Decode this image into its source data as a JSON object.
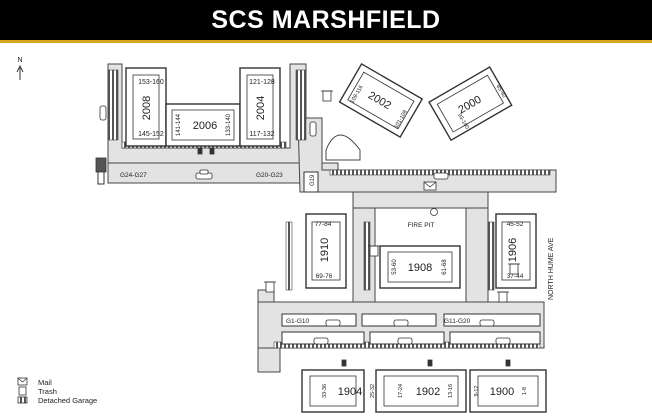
{
  "title": "SCS MARSHFIELD",
  "colors": {
    "header_bg": "#000000",
    "accent": "#d9a520",
    "road": "#e3e3e3",
    "building": "#ffffff",
    "outline": "#333333"
  },
  "north_label": "N",
  "buildings": [
    {
      "id": "2008",
      "units_top": "153-160",
      "units_bottom": "145-152"
    },
    {
      "id": "2006",
      "units_left": "141-144",
      "units_right": "133-140"
    },
    {
      "id": "2004",
      "units_top": "121-128",
      "units_bottom": "117-132"
    },
    {
      "id": "2002",
      "units_left": "109-116",
      "units_right": "101-108"
    },
    {
      "id": "2000",
      "units_left": "93-100",
      "units_right": "85-92"
    },
    {
      "id": "1910",
      "units_top": "77-84",
      "units_bottom": "69-76"
    },
    {
      "id": "1908",
      "units_left": "53-60",
      "units_right": "61-68"
    },
    {
      "id": "1906",
      "units_top": "45-52",
      "units_bottom": "37-44"
    },
    {
      "id": "1904",
      "units_left": "33-36",
      "units_right": "25-32"
    },
    {
      "id": "1902",
      "units_left": "17-24",
      "units_right": "13-16"
    },
    {
      "id": "1900",
      "units_left": "9-12",
      "units_right": "1-8"
    }
  ],
  "garages": {
    "g24_g27": "G24-G27",
    "g20_g23": "G20-G23",
    "g19": "G19",
    "g1_g10": "G1-G10",
    "g11_g20": "G11-G20"
  },
  "fire_pit": "FIRE PIT",
  "street": "NORTH HUME AVE",
  "legend": {
    "mail": "Mail",
    "trash": "Trash",
    "garage": "Detached Garage"
  }
}
